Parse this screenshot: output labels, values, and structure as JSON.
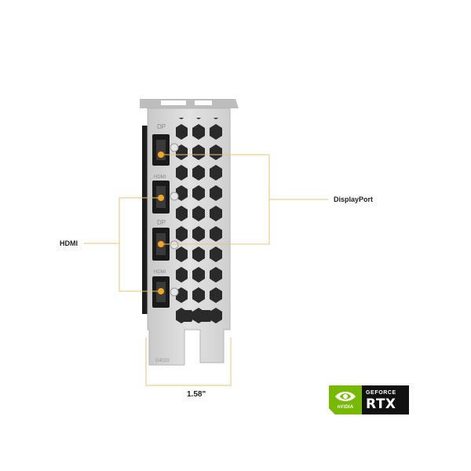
{
  "callouts": {
    "hdmi": "HDMI",
    "displayport": "DisplayPort",
    "width": "1.58\""
  },
  "bracket_print": {
    "port_dp_top": "DP",
    "port_hdmi_top": "HDMI",
    "port_dp_bottom": "DP",
    "port_hdmi_bottom": "HDMI",
    "model_mark": "D4020"
  },
  "badge": {
    "brand": "nVIDIA",
    "line1": "GEFORCE",
    "line2": "RTX"
  },
  "colors": {
    "accent_orange": "#f5a623",
    "leader_line": "#e9c37a",
    "nvidia_green": "#76b900",
    "bracket": "#d9d9d9",
    "port": "#1a1a1a"
  }
}
